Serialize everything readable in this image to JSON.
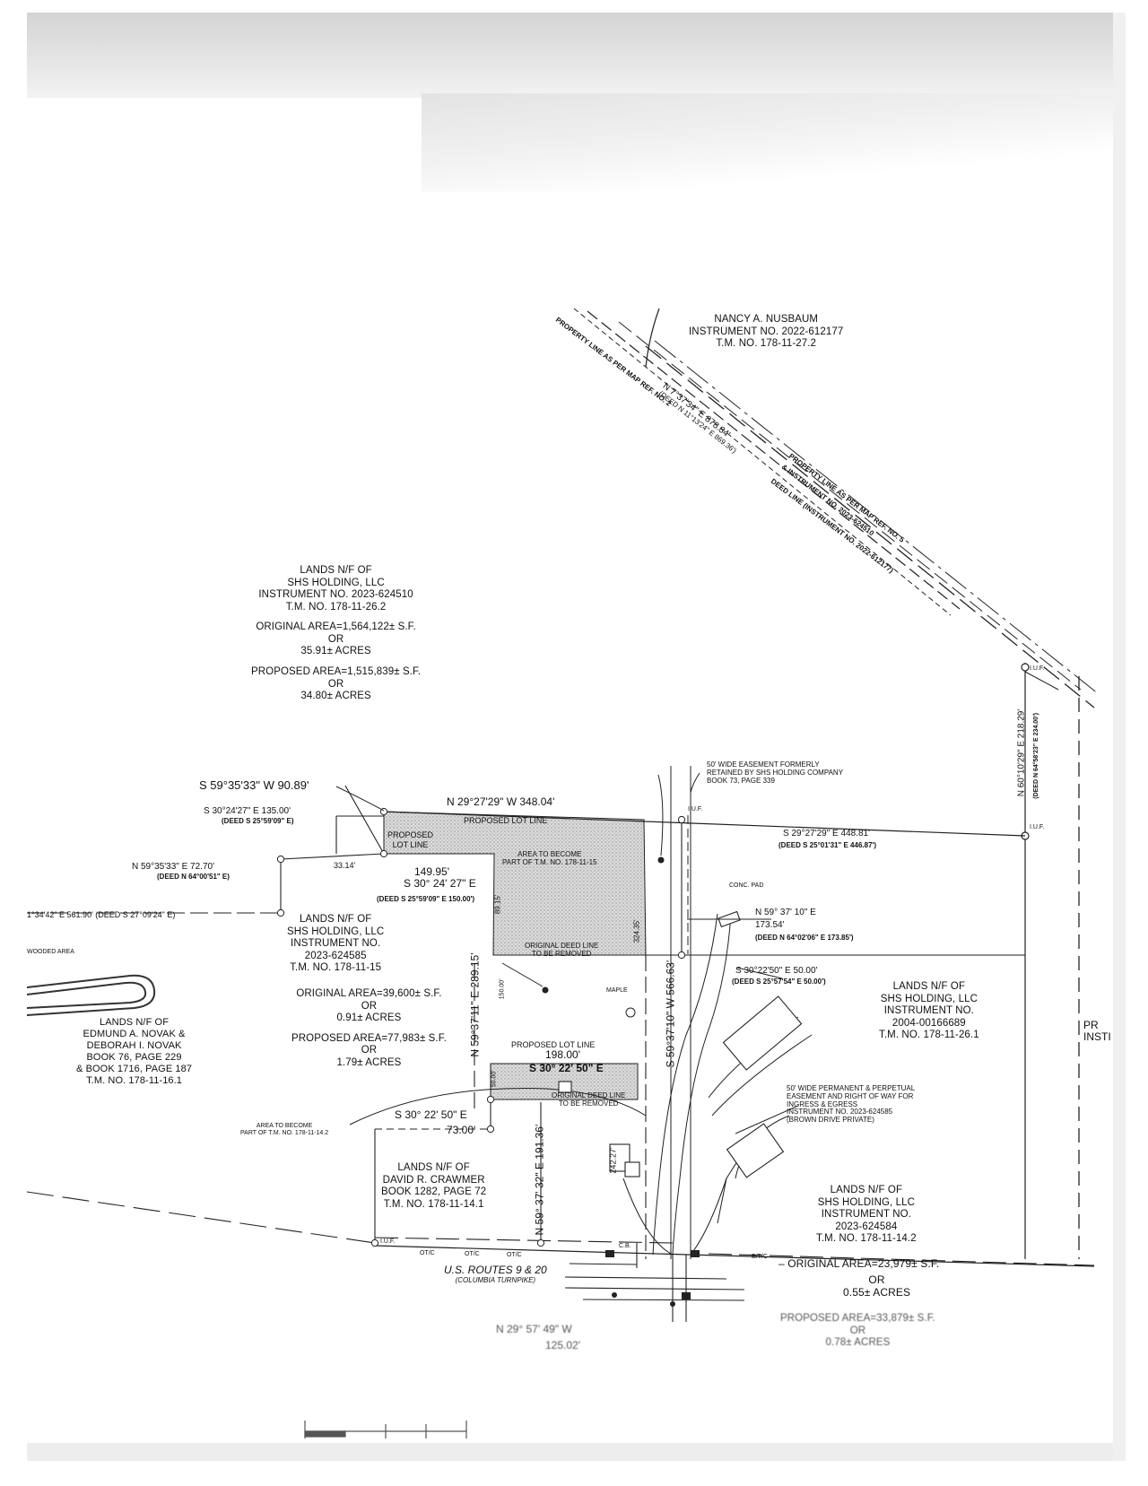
{
  "neighbors": {
    "nusbaum": {
      "line1": "NANCY A. NUSBAUM",
      "line2": "INSTRUMENT NO. 2022-612177",
      "line3": "T.M. NO. 178-11-27.2"
    },
    "shs_main": {
      "l1": "LANDS N/F OF",
      "l2": "SHS HOLDING, LLC",
      "l3": "INSTRUMENT NO. 2023-624510",
      "l4": "T.M. NO. 178-11-26.2",
      "orig1": "ORIGINAL AREA=1,564,122± S.F.",
      "orig2": "OR",
      "orig3": "35.91± ACRES",
      "prop1": "PROPOSED AREA=1,515,839± S.F.",
      "prop2": "OR",
      "prop3": "34.80± ACRES"
    },
    "shs_lot15": {
      "l1": "LANDS N/F OF",
      "l2": "SHS HOLDING, LLC",
      "l3": "INSTRUMENT NO.",
      "l4": "2023-624585",
      "l5": "T.M. NO. 178-11-15",
      "orig1": "ORIGINAL AREA=39,600± S.F.",
      "orig2": "OR",
      "orig3": "0.91± ACRES",
      "prop1": "PROPOSED AREA=77,983± S.F.",
      "prop2": "OR",
      "prop3": "1.79± ACRES"
    },
    "novak": {
      "l1": "LANDS N/F OF",
      "l2": "EDMUND A. NOVAK &",
      "l3": "DEBORAH I. NOVAK",
      "l4": "BOOK 76, PAGE 229",
      "l5": "& BOOK 1716, PAGE 187",
      "l6": "T.M. NO. 178-11-16.1"
    },
    "crawmer": {
      "l1": "LANDS N/F OF",
      "l2": "DAVID R. CRAWMER",
      "l3": "BOOK 1282, PAGE 72",
      "l4": "T.M. NO. 178-11-14.1"
    },
    "shs_26_1": {
      "l1": "LANDS N/F OF",
      "l2": "SHS HOLDING, LLC",
      "l3": "INSTRUMENT NO.",
      "l4": "2004-00166689",
      "l5": "T.M. NO. 178-11-26.1"
    },
    "shs_14_2": {
      "l1": "LANDS N/F OF",
      "l2": "SHS HOLDING, LLC",
      "l3": "INSTRUMENT NO.",
      "l4": "2023-624584",
      "l5": "T.M. NO. 178-11-14.2",
      "orig1": "ORIGINAL AREA=23,979± S.F.",
      "orig2": "OR",
      "orig3": "0.55± ACRES",
      "prop1": "PROPOSED AREA=33,879± S.F.",
      "prop2": "OR",
      "prop3": "0.78± ACRES"
    },
    "edge": {
      "l1": "PR",
      "l2": "INSTI"
    }
  },
  "bearings": {
    "b1": "S 59°35'33\" W   90.89'",
    "b2": "N 29°27'29\" W  348.04'",
    "b3": "S 30°24'27\" E   135.00'",
    "b3d": "(DEED S 25°59'09\" E)",
    "b4": "N 59°35'33\" E   72.70'",
    "b4d": "(DEED N 64°00'51\" E)",
    "b5": "33.14'",
    "b6": "149.95'",
    "b7": "S 30° 24' 27\" E",
    "b7d": "(DEED S 25°59'09\" E 150.00')",
    "b8": "1°34'42\" E   561.90'  (DEED S 27°09'24\" E)",
    "b9": "S 29°27'29\" E   448.81'",
    "b9d": "(DEED S 25°01'31\" E   446.87')",
    "b10": "N 59° 37' 10\" E",
    "b10v": "173.54'",
    "b10d": "(DEED N 64°02'06\" E  173.85')",
    "b11": "S 30°22'50\" E   50.00'",
    "b11d": "(DEED S 25°57'54\" E  50.00')",
    "b12": "N 59°37'11\" E   289.15'",
    "b13": "89.15'",
    "b14": "324.35'",
    "b15": "S 59°37'10\" W   566.63'",
    "b16": "150.00'",
    "b17": "S 30° 22' 50\" E",
    "b18": "198.00'",
    "b19": "S 30° 22' 50\" E",
    "b19v": "73.00'",
    "b20": "N 59° 37' 32\" E   191.36'",
    "b21": "50.00'",
    "b22": "N 60°10'29\" E   218.29'",
    "b22d": "(DEED N 64°58'23\" E 234.00')",
    "b23": "N 7°37'34\" E   878.84'",
    "b23d": "(DEED N 11°13'24\" E 869.36')",
    "b24": "N 29° 57' 49\" W",
    "b24v": "125.02'",
    "b25": "242.27'"
  },
  "notes": {
    "proposed_lot_line_top": "PROPOSED LOT LINE",
    "proposed_lot_line_left1": "PROPOSED",
    "proposed_lot_line_left2": "LOT LINE",
    "area_become1": "AREA TO BECOME",
    "area_become2": "PART OF T.M. NO. 178-11-15",
    "orig_deed1": "ORIGINAL DEED LINE",
    "orig_deed2": "TO BE REMOVED",
    "proposed_lot_line_mid": "PROPOSED LOT LINE",
    "orig_deed3": "ORIGINAL DEED LINE",
    "orig_deed4": "TO BE REMOVED",
    "area_become3": "AREA TO BECOME",
    "area_become4": "PART OF T.M. NO. 178-11-14.2",
    "easement1": "50' WIDE EASEMENT FORMERLY",
    "easement2": "RETAINED BY SHS HOLDING COMPANY",
    "easement3": "BOOK 73, PAGE 339",
    "perm1": "50' WIDE PERMANENT & PERPETUAL",
    "perm2": "EASEMENT AND RIGHT OF WAY FOR",
    "perm3": "INGRESS & EGRESS",
    "perm4": "INSTRUMENT NO. 2023-624585",
    "perm5": "(BROWN DRIVE PRIVATE)",
    "prop_line_map2": "PROPERTY LINE AS PER MAP REF. NO. 2",
    "prop_line_map5a": "PROPERTY LINE AS PER MAP REF. NO. 5",
    "prop_line_map5b": "& INSTRUMENT NO. 2023-624510",
    "deed_line": "DEED LINE (INSTRUMENT NO. 2022-612177)",
    "route1": "U.S. ROUTES 9 & 20",
    "route2": "(COLUMBIA TURNPIKE)",
    "iuf": "I.U.F.",
    "wooded": "WOODED AREA",
    "conc_pad": "CONC. PAD",
    "maple": "MAPLE",
    "otc": "OT/C",
    "etc": "E/T/C",
    "cb": "C.B."
  }
}
